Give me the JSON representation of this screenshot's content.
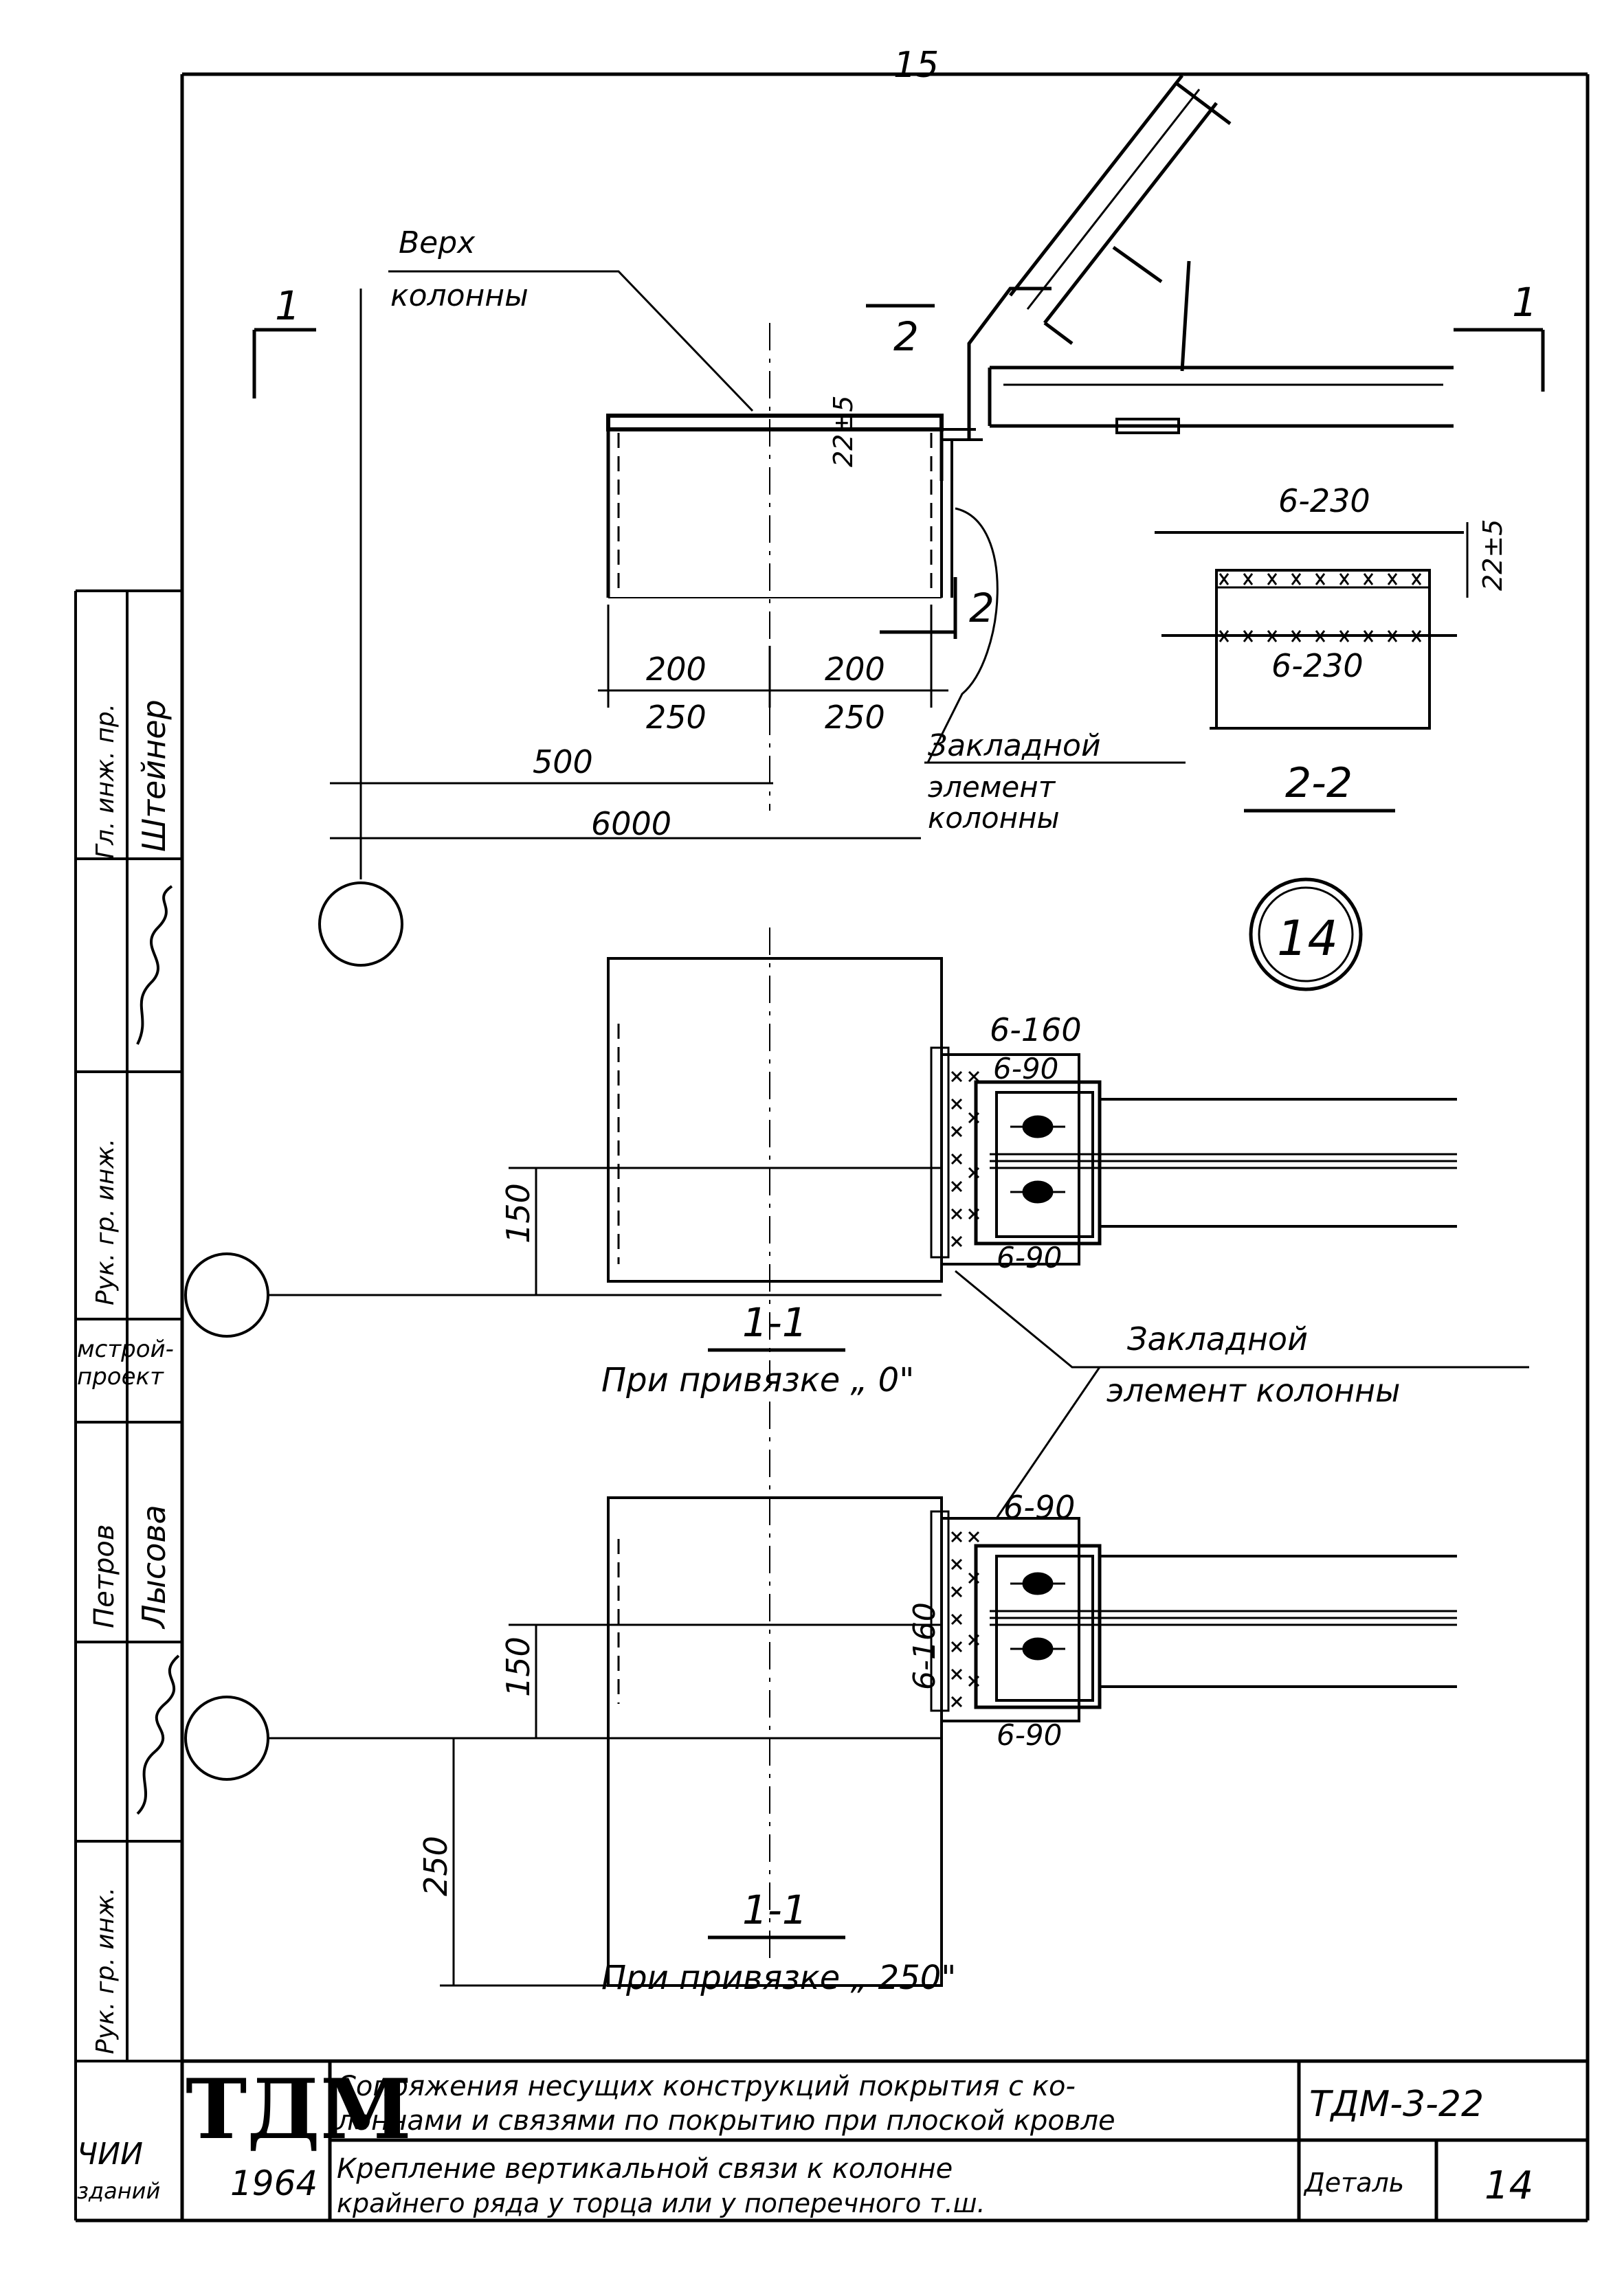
{
  "sheet": {
    "page_number": "15",
    "detail_number": "14"
  },
  "top_view": {
    "column_top_label": [
      "Верх",
      "колонны"
    ],
    "section_mark_left": "1",
    "section_mark_right": "1",
    "section_mark_2_top": "2",
    "section_mark_2_bottom": "2",
    "dim_22": "22±5",
    "dims_row1": [
      "200",
      "200"
    ],
    "dims_row2": [
      "250",
      "250"
    ],
    "dim_500": "500",
    "dim_6000": "6000",
    "embedded_label": [
      "Закладной",
      "элемент",
      "колонны"
    ]
  },
  "section_2_2": {
    "weld_top": "6-230",
    "weld_bottom": "6-230",
    "dim_22": "22±5",
    "title": "2-2"
  },
  "view_mid": {
    "weld_1": "6-160",
    "weld_2": "6-90",
    "weld_3": "6-90",
    "dim_150": "150",
    "section_label": "1-1",
    "caption": "При привязке „ 0\""
  },
  "embedded_label_2": [
    "Закладной",
    "элемент колонны"
  ],
  "view_bottom": {
    "weld_1": "6-90",
    "weld_2": "6-160",
    "weld_3": "6-90",
    "dim_150": "150",
    "dim_250": "250",
    "section_label": "1-1",
    "caption": "При привязке „ 250\""
  },
  "side_stamp": {
    "col_a": [
      "Рук. гр. инж.",
      "Рук. гр. инж.",
      "Гл. инж. пр."
    ],
    "col_b": [
      "Петров",
      "Лысова",
      "Штейнер"
    ],
    "org": [
      "мстрой-",
      "проект"
    ]
  },
  "title_block": {
    "logo": "ТДМ",
    "year": "1964",
    "org_bottom": [
      "ЧИИ",
      "зданий"
    ],
    "title_line1": "Сопряжения несущих конструкций покрытия с ко-",
    "title_line2": "лоннами и связями по покрытию при плоской кровле",
    "code": "ТДМ-3-22",
    "subtitle_line1": "Крепление вертикальной связи к колонне",
    "subtitle_line2": "крайнего ряда у торца или у поперечного т.ш.",
    "detail_label": "Деталь",
    "detail_number": "14"
  }
}
